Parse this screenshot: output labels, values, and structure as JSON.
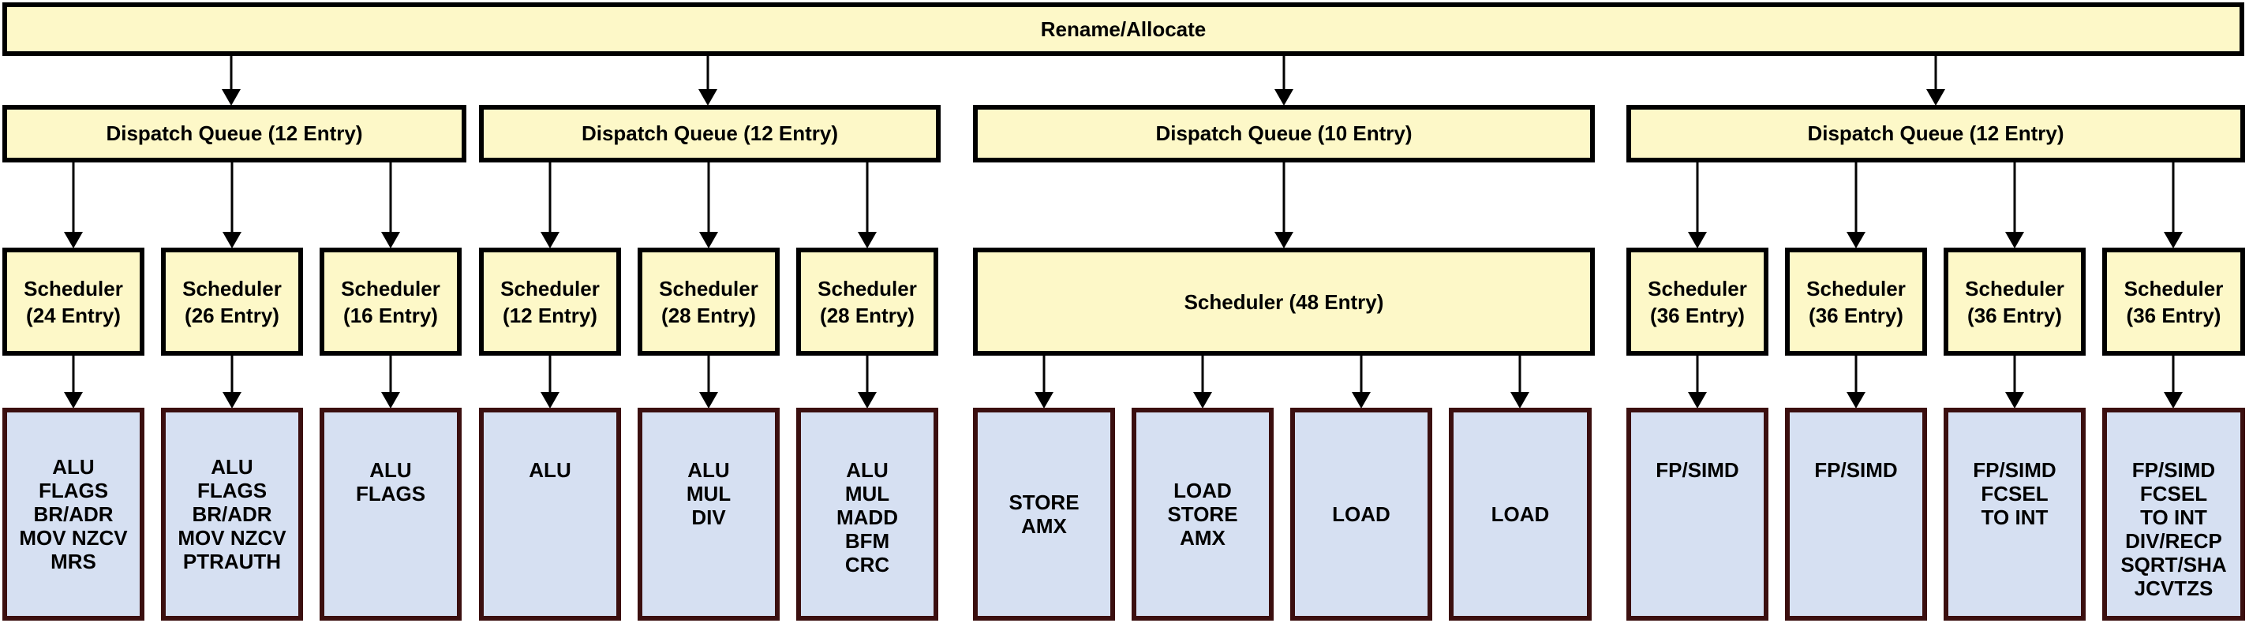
{
  "rename": "Rename/Allocate",
  "dispatch_queues": [
    "Dispatch Queue (12 Entry)",
    "Dispatch Queue (12 Entry)",
    "Dispatch Queue (10 Entry)",
    "Dispatch Queue (12 Entry)"
  ],
  "schedulers": [
    "Scheduler\n(24 Entry)",
    "Scheduler\n(26 Entry)",
    "Scheduler\n(16 Entry)",
    "Scheduler\n(12 Entry)",
    "Scheduler\n(28 Entry)",
    "Scheduler\n(28 Entry)",
    "Scheduler (48 Entry)",
    "Scheduler\n(36 Entry)",
    "Scheduler\n(36 Entry)",
    "Scheduler\n(36 Entry)",
    "Scheduler\n(36 Entry)"
  ],
  "units": [
    "ALU\nFLAGS\nBR/ADR\nMOV NZCV\nMRS",
    "ALU\nFLAGS\nBR/ADR\nMOV NZCV\nPTRAUTH",
    "ALU\nFLAGS",
    "ALU",
    "ALU\nMUL\nDIV",
    "ALU\nMUL\nMADD\nBFM\nCRC",
    "STORE\nAMX",
    "LOAD\nSTORE\nAMX",
    "LOAD",
    "LOAD",
    "FP/SIMD",
    "FP/SIMD",
    "FP/SIMD\nFCSEL\nTO INT",
    "FP/SIMD\nFCSEL\nTO INT\nDIV/RECP\nSQRT/SHA\nJCVTZS"
  ]
}
